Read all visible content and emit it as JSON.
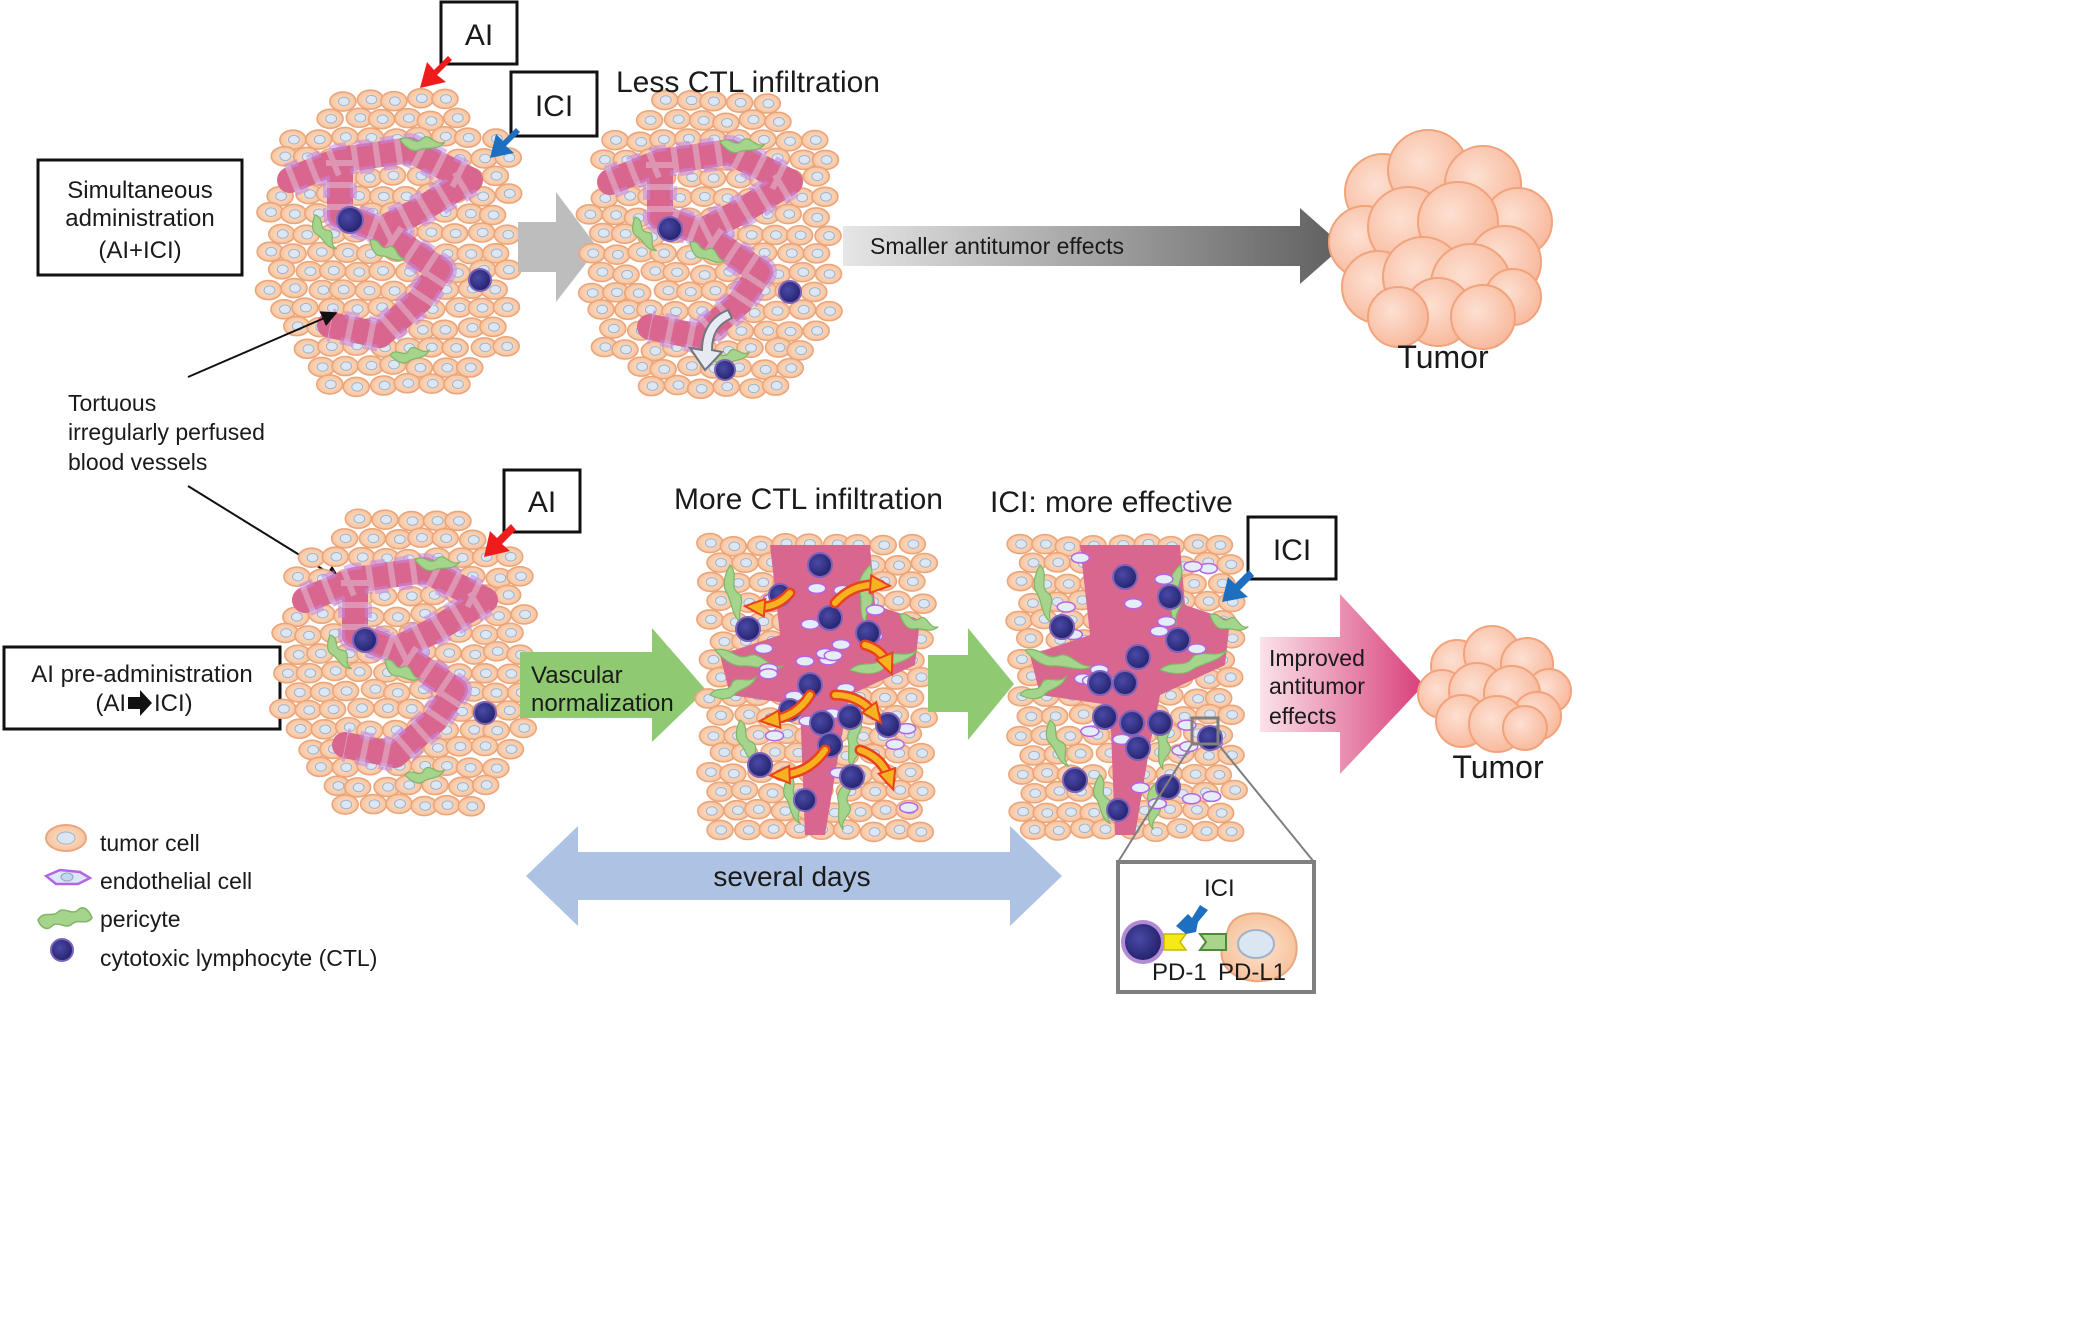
{
  "row1": {
    "condition_box": [
      "Simultaneous",
      "administration",
      "(AI+ICI)"
    ],
    "ai_label": "AI",
    "ici_label": "ICI",
    "caption": "Less CTL infiltration",
    "effect_arrow": "Smaller antitumor effects",
    "tumor_label": "Tumor"
  },
  "vessel_note": [
    "Tortuous",
    "irregularly perfused",
    "blood vessels"
  ],
  "row2": {
    "condition_box_line1": "AI pre-administration",
    "condition_box_line2_left": "(AI",
    "condition_box_line2_right": "ICI)",
    "ai_label": "AI",
    "ici_label": "ICI",
    "vascular_arrow": [
      "Vascular",
      "normalization"
    ],
    "caption_middle": "More CTL infiltration",
    "caption_right": "ICI: more effective",
    "effect_arrow": [
      "Improved",
      "antitumor",
      "effects"
    ],
    "tumor_label": "Tumor",
    "duration": "several days"
  },
  "inset": {
    "ici": "ICI",
    "pd1": "PD-1",
    "pdl1": "PD-L1"
  },
  "legend": [
    {
      "icon": "tumor-cell-icon",
      "label": "tumor cell"
    },
    {
      "icon": "endothelial-cell-icon",
      "label": "endothelial cell"
    },
    {
      "icon": "pericyte-icon",
      "label": "pericyte"
    },
    {
      "icon": "ctl-icon",
      "label": "cytotoxic lymphocyte (CTL)"
    }
  ],
  "colors": {
    "ai_arrow": "#ee1c1c",
    "ici_arrow": "#1e6fc0",
    "vessel": "#d9668e",
    "tumor_cell": "#f8cba6",
    "ctl": "#3a3590",
    "pericyte": "#93c87a",
    "green_arrow": "#8fca72",
    "several_days_arrow": "#aec2e3"
  }
}
